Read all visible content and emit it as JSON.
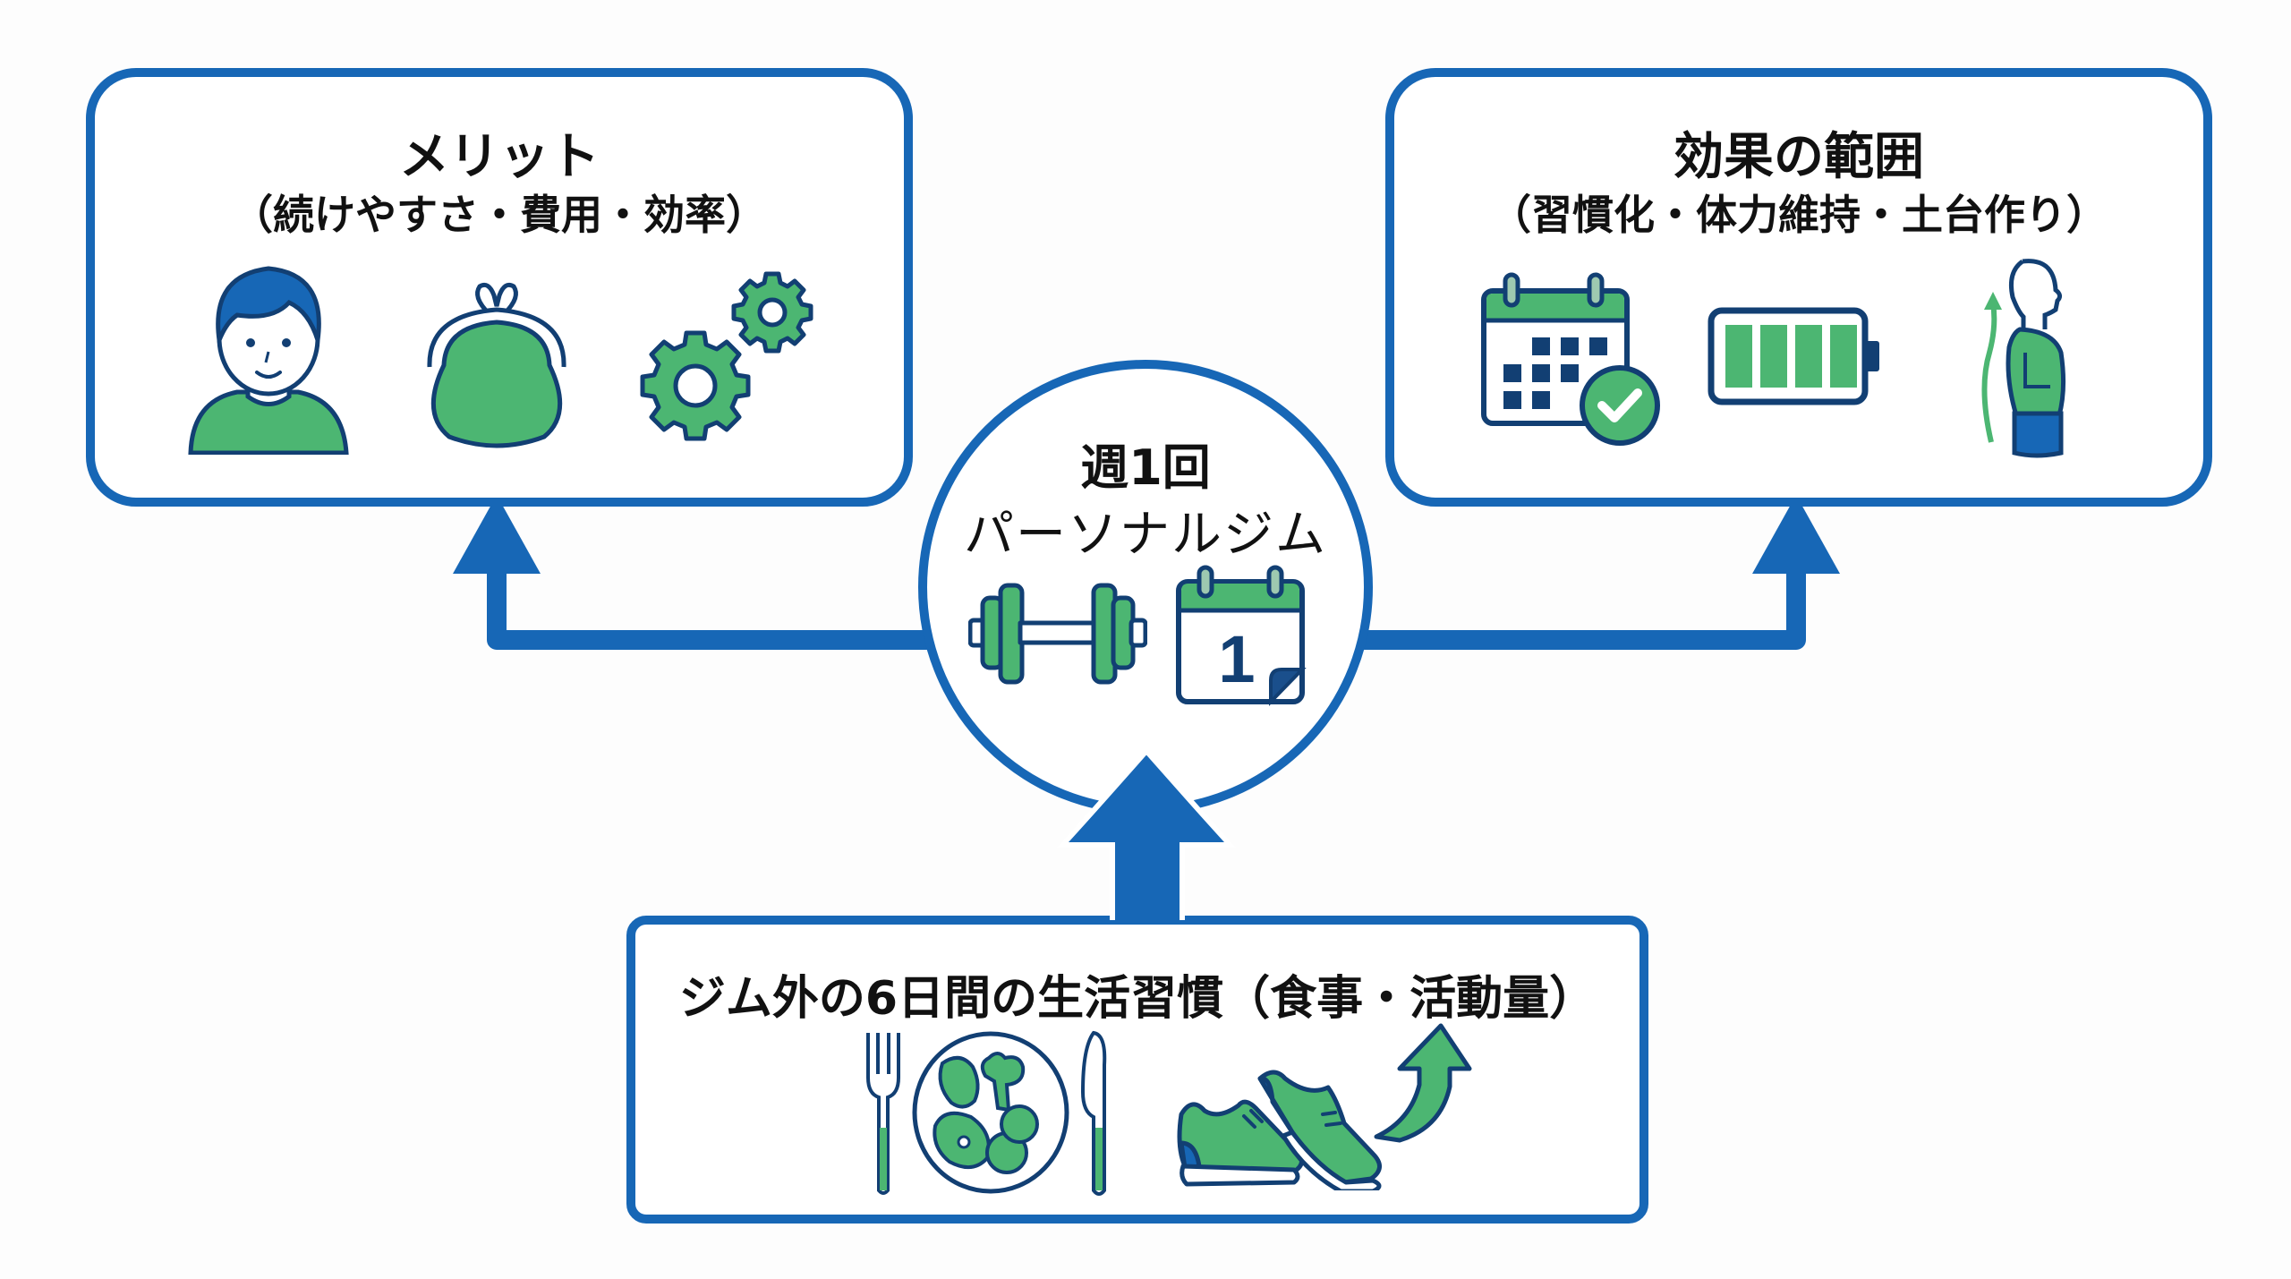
{
  "diagram": {
    "center": {
      "line1": "週1回",
      "line2": "パーソナルジム",
      "icons": [
        "dumbbell-icon",
        "calendar-one-icon"
      ],
      "calendar_number": "1"
    },
    "left_box": {
      "title": "メリット",
      "subtitle": "（続けやすさ・費用・効率）",
      "icons": [
        "person-icon",
        "coin-purse-icon",
        "gears-icon"
      ]
    },
    "right_box": {
      "title": "効果の範囲",
      "subtitle": "（習慣化・体力維持・土台作り）",
      "icons": [
        "calendar-check-icon",
        "battery-full-icon",
        "posture-icon"
      ],
      "battery_level": 1.0
    },
    "bottom_box": {
      "title": "ジム外の6日間の生活習慣（食事・活動量）",
      "icons": [
        "fork-icon",
        "meal-plate-icon",
        "knife-icon",
        "sneakers-icon",
        "trend-up-arrow-icon"
      ]
    },
    "connections": [
      {
        "from": "bottom_box",
        "to": "center",
        "type": "arrow-up"
      },
      {
        "from": "center",
        "to": "left_box",
        "type": "elbow-arrow"
      },
      {
        "from": "center",
        "to": "right_box",
        "type": "elbow-arrow"
      }
    ]
  },
  "colors": {
    "primary_blue": "#1767b6",
    "navy_outline": "#123f73",
    "accent_green": "#4cb672",
    "background": "#fdfdfd",
    "text": "#111111"
  }
}
